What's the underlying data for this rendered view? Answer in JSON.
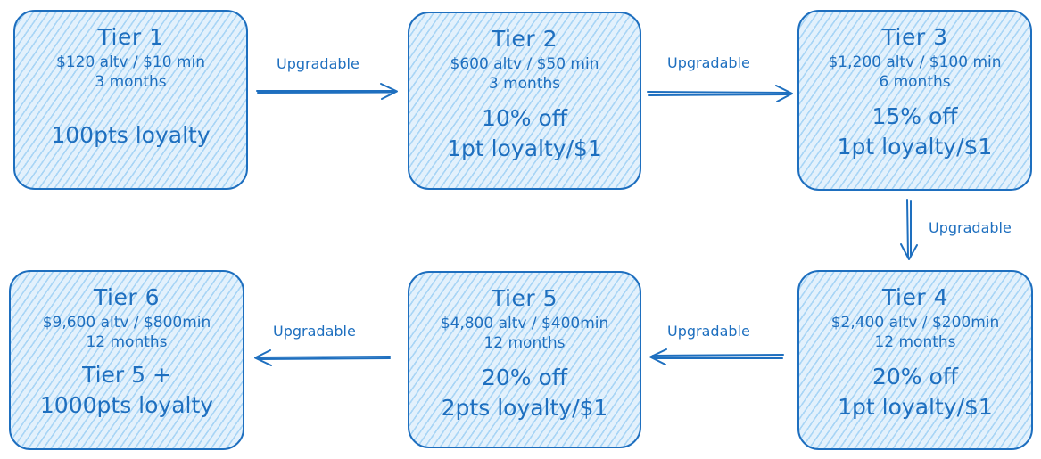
{
  "colors": {
    "stroke": "#1e6fbf",
    "fill": "#e3f1fc",
    "hatch": "#78bef0"
  },
  "tiers": [
    {
      "title": "Tier 1",
      "price": "$120 altv / $10 min",
      "duration": "3 months",
      "benefit1": "",
      "benefit2": "100pts loyalty"
    },
    {
      "title": "Tier 2",
      "price": "$600 altv / $50 min",
      "duration": "3 months",
      "benefit1": "10% off",
      "benefit2": "1pt loyalty/$1"
    },
    {
      "title": "Tier 3",
      "price": "$1,200 altv / $100 min",
      "duration": "6 months",
      "benefit1": "15% off",
      "benefit2": "1pt loyalty/$1"
    },
    {
      "title": "Tier 4",
      "price": "$2,400 altv / $200min",
      "duration": "12 months",
      "benefit1": "20% off",
      "benefit2": "1pt loyalty/$1"
    },
    {
      "title": "Tier 5",
      "price": "$4,800 altv / $400min",
      "duration": "12 months",
      "benefit1": "20% off",
      "benefit2": "2pts loyalty/$1"
    },
    {
      "title": "Tier 6",
      "price": "$9,600 altv / $800min",
      "duration": "12 months",
      "benefit1": "Tier 5 +",
      "benefit2": "1000pts loyalty"
    }
  ],
  "edges": [
    {
      "from": "Tier 1",
      "to": "Tier 2",
      "label": "Upgradable"
    },
    {
      "from": "Tier 2",
      "to": "Tier 3",
      "label": "Upgradable"
    },
    {
      "from": "Tier 3",
      "to": "Tier 4",
      "label": "Upgradable"
    },
    {
      "from": "Tier 4",
      "to": "Tier 5",
      "label": "Upgradable"
    },
    {
      "from": "Tier 5",
      "to": "Tier 6",
      "label": "Upgradable"
    }
  ]
}
